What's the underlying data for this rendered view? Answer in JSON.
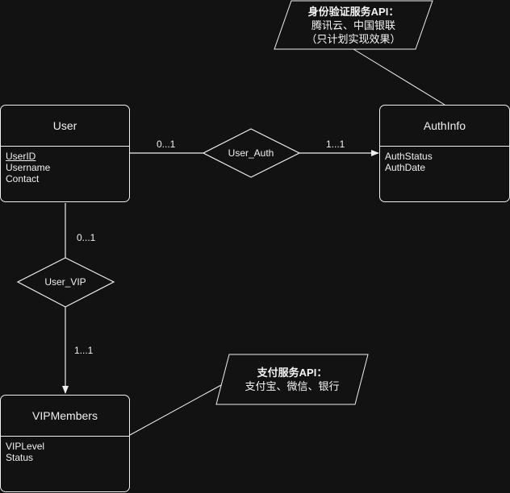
{
  "entities": {
    "user": {
      "name": "User",
      "attributes": [
        "UserID",
        "Username",
        "Contact"
      ]
    },
    "auth_info": {
      "name": "AuthInfo",
      "attributes": [
        "AuthStatus",
        "AuthDate"
      ]
    },
    "vip_members": {
      "name": "VIPMembers",
      "attributes": [
        "VIPLevel",
        "Status"
      ]
    }
  },
  "relationships": {
    "user_auth": {
      "name": "User_Auth",
      "left_cardinality": "0...1",
      "right_cardinality": "1...1"
    },
    "user_vip": {
      "name": "User_VIP",
      "top_cardinality": "0...1",
      "bottom_cardinality": "1...1"
    }
  },
  "notes": {
    "auth_api": {
      "title": "身份验证服务API：",
      "line2": "腾讯云、中国银联",
      "line3": "（只计划实现效果）"
    },
    "pay_api": {
      "title": "支付服务API：",
      "line2": "支付宝、微信、银行"
    }
  },
  "colors": {
    "background": "#121212",
    "stroke": "#f0f0f0"
  }
}
